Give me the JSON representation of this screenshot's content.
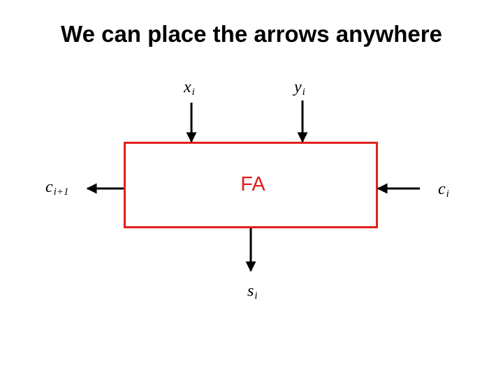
{
  "slide": {
    "title": "We can place the arrows anywhere"
  },
  "block": {
    "label": "FA",
    "border_color": "#e0201c"
  },
  "inputs": {
    "x": {
      "base": "x",
      "sub": "i"
    },
    "y": {
      "base": "y",
      "sub": "i"
    },
    "c": {
      "base": "c",
      "sub": "i"
    }
  },
  "outputs": {
    "carry": {
      "base": "c",
      "sub": "i+1"
    },
    "sum": {
      "base": "s",
      "sub": "i"
    }
  }
}
